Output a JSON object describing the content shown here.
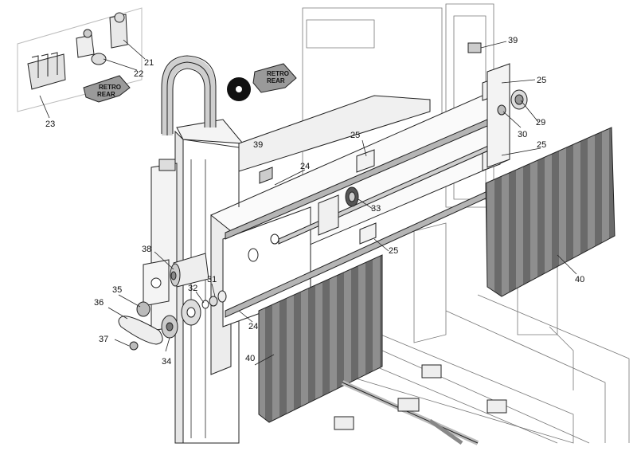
{
  "figure": {
    "badges": [
      {
        "key": "retro_rear_inset",
        "line1": "RETRO",
        "line2": "REAR"
      },
      {
        "key": "retro_rear_main",
        "line1": "RETRO",
        "line2": "REAR"
      }
    ],
    "callouts": {
      "c21": "21",
      "c22": "22",
      "c23": "23",
      "c24a": "24",
      "c24b": "24",
      "c25a": "25",
      "c25b": "25",
      "c25c": "25",
      "c25d": "25",
      "c29": "29",
      "c30": "30",
      "c31": "31",
      "c32": "32",
      "c33": "33",
      "c34": "34",
      "c35": "35",
      "c36": "36",
      "c37": "37",
      "c38": "38",
      "c39a": "39",
      "c39b": "39",
      "c40a": "40",
      "c40b": "40"
    }
  },
  "colors": {
    "line": "#222222",
    "bellows_dark": "#5a5a5a",
    "bellows_light": "#8c8c8c",
    "rail": "#b5b5b5",
    "arrow_fill": "#9a9a9a"
  }
}
